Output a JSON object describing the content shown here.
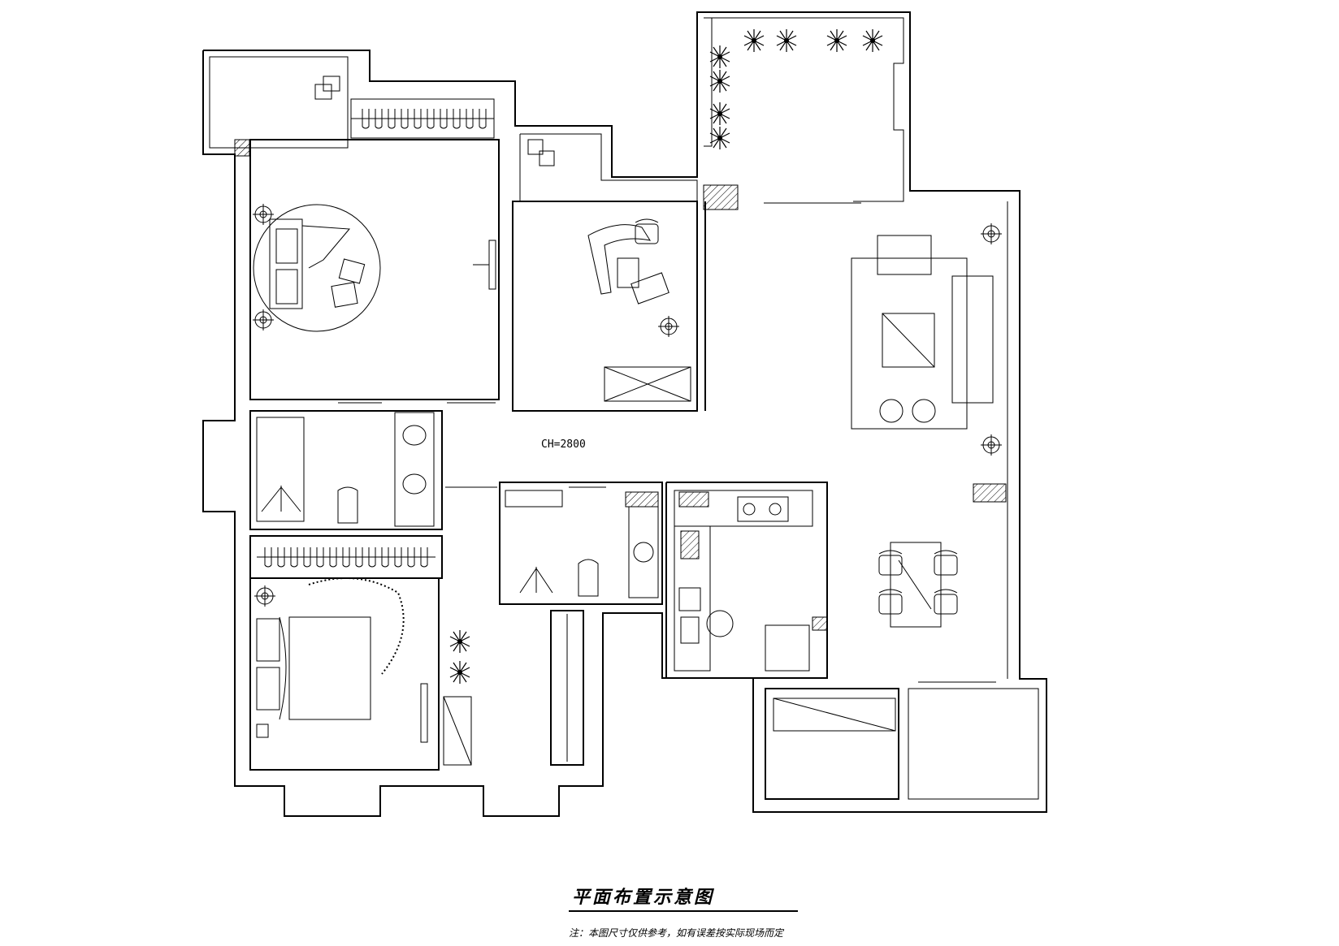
{
  "drawing": {
    "title": "平面布置示意图",
    "note": "注：本图尺寸仅供参考，如有误差按实际现场而定",
    "ceiling_height_label": "CH=2800"
  },
  "symbols": {
    "door_leaf": "door-swing-icon",
    "plant": "potted-plant-icon",
    "lamp": "floor-lamp-icon",
    "toilet": "toilet-icon",
    "sink": "sink-icon",
    "stove": "stove-icon",
    "bed": "bed-icon",
    "chair": "chair-icon"
  },
  "colors": {
    "line": "#000000",
    "paper": "#ffffff"
  }
}
